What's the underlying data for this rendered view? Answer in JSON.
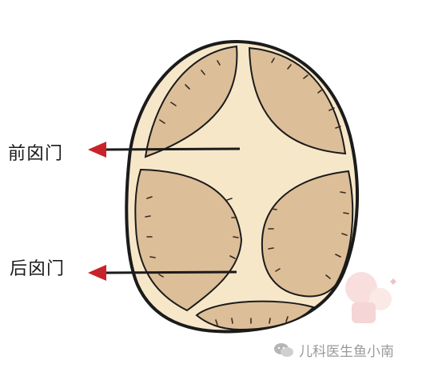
{
  "labels": {
    "anterior_fontanelle": "前囟门",
    "posterior_fontanelle": "后囟门"
  },
  "watermark": {
    "text": "儿科医生鱼小南",
    "icon": "wechat-icon"
  },
  "colors": {
    "bone": "#dcbe98",
    "bone_shadow": "#c7a684",
    "suture": "#f7e7c9",
    "outline": "#1b1b1b",
    "arrow": "#c8232a"
  }
}
